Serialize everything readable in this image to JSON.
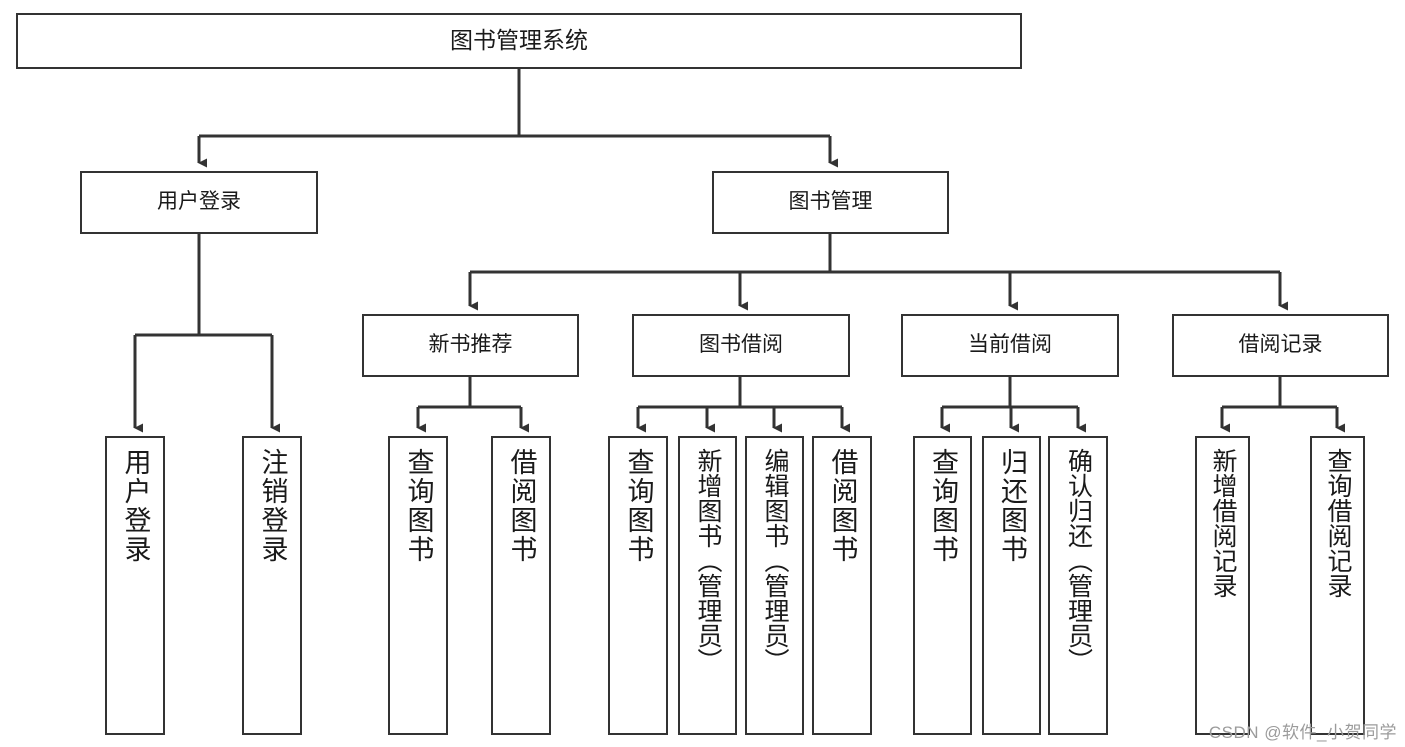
{
  "diagram": {
    "title": "图书管理系统",
    "type": "tree-hierarchy-chart",
    "watermark": "CSDN @软件_小贺同学",
    "colors": {
      "background": "#ffffff",
      "node_border": "#333333",
      "node_fill": "#ffffff",
      "edge": "#333333",
      "text": "#1a1a1a",
      "watermark": "#9b9b9b"
    },
    "root": {
      "label": "图书管理系统"
    },
    "level2": [
      {
        "label": "用户登录"
      },
      {
        "label": "图书管理"
      }
    ],
    "level3": [
      {
        "label": "新书推荐"
      },
      {
        "label": "图书借阅"
      },
      {
        "label": "当前借阅"
      },
      {
        "label": "借阅记录"
      }
    ],
    "leaves": {
      "user_login": [
        {
          "label": "用户登录"
        },
        {
          "label": "注销登录"
        }
      ],
      "new_book_rec": [
        {
          "label": "查询图书"
        },
        {
          "label": "借阅图书"
        }
      ],
      "book_borrow": [
        {
          "label": "查询图书"
        },
        {
          "label": "新增图书（管理员）"
        },
        {
          "label": "编辑图书（管理员）"
        },
        {
          "label": "借阅图书"
        }
      ],
      "current_borrow": [
        {
          "label": "查询图书"
        },
        {
          "label": "归还图书"
        },
        {
          "label": "确认归还（管理员）"
        }
      ],
      "borrow_record": [
        {
          "label": "新增借阅记录"
        },
        {
          "label": "查询借阅记录"
        }
      ]
    }
  }
}
